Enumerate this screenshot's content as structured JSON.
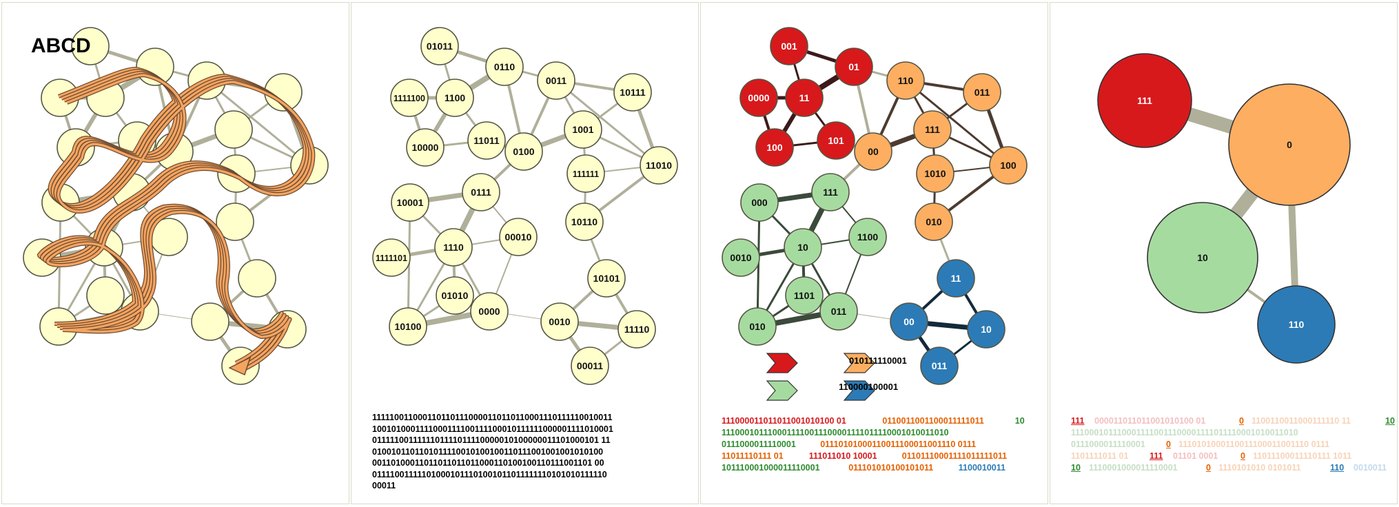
{
  "panel1": {
    "title": "ABCD"
  },
  "palette": {
    "node_fill": "#ffffcc",
    "node_stroke": "#555544",
    "edge": "#b0b09a",
    "path": "#f4a460",
    "red": "#d7191c",
    "orange": "#fdae61",
    "green": "#a6dba0",
    "blue": "#2c7bb6",
    "red_text": "#d7191c",
    "orange_text": "#e66101",
    "green_text": "#2e8b2e",
    "blue_text": "#2c7bb6"
  },
  "graph": {
    "nodes": [
      {
        "label": "01011",
        "community": "red"
      },
      {
        "label": "0110",
        "community": "red"
      },
      {
        "label": "1111100",
        "community": "red"
      },
      {
        "label": "1100",
        "community": "red"
      },
      {
        "label": "10000",
        "community": "red"
      },
      {
        "label": "11011",
        "community": "red"
      },
      {
        "label": "0011",
        "community": "orange"
      },
      {
        "label": "10111",
        "community": "orange"
      },
      {
        "label": "1001",
        "community": "orange"
      },
      {
        "label": "0100",
        "community": "orange"
      },
      {
        "label": "111111",
        "community": "orange"
      },
      {
        "label": "11010",
        "community": "orange"
      },
      {
        "label": "10110",
        "community": "orange"
      },
      {
        "label": "10001",
        "community": "green"
      },
      {
        "label": "0111",
        "community": "green"
      },
      {
        "label": "00010",
        "community": "green"
      },
      {
        "label": "1111101",
        "community": "green"
      },
      {
        "label": "1110",
        "community": "green"
      },
      {
        "label": "01010",
        "community": "green"
      },
      {
        "label": "10100",
        "community": "green"
      },
      {
        "label": "0000",
        "community": "green"
      },
      {
        "label": "0010",
        "community": "blue"
      },
      {
        "label": "10101",
        "community": "blue"
      },
      {
        "label": "11110",
        "community": "blue"
      },
      {
        "label": "00011",
        "community": "blue"
      }
    ],
    "coded_labels": [
      "001",
      "01",
      "0000",
      "11",
      "100",
      "101",
      "110",
      "011",
      "111",
      "00",
      "1010",
      "100",
      "010",
      "000",
      "111",
      "1100",
      "0010",
      "10",
      "1101",
      "010",
      "011",
      "00",
      "11",
      "10",
      "011"
    ]
  },
  "panel2": {
    "sequence_lines": [
      "1111100110001101101110000110110110001110111110010011",
      "1001010001111000111100111100010111111000001111010001",
      "0111110011111101111011110000010100000011101000101 11",
      "0100101101101011110010100100110111001001001010100",
      "00110100011011011011011000110100100110111001101 00",
      "011110011111010001011101001011011111110101010111110",
      "00011"
    ]
  },
  "panel3": {
    "legend": [
      {
        "community": "red",
        "label": ""
      },
      {
        "community": "orange",
        "label": "010111110001"
      },
      {
        "community": "green",
        "label": ""
      },
      {
        "community": "blue",
        "label": "110000100001"
      }
    ],
    "sequence_lines": [
      [
        {
          "t": "111000011011011001010100 01",
          "c": "red"
        },
        {
          "t": "0110011001100011111011",
          "c": "orange"
        },
        {
          "t": "10",
          "c": "green"
        }
      ],
      [
        {
          "t": "1110001011100011110011100001111011110001010011010",
          "c": "green"
        }
      ],
      [
        {
          "t": "0111000011110001",
          "c": "green"
        },
        {
          "t": "01110101000110011100011001110 0111",
          "c": "orange"
        }
      ],
      [
        {
          "t": "11011110111 01",
          "c": "orange"
        },
        {
          "t": "111011010 10001",
          "c": "red"
        },
        {
          "t": "01101110001111011111011",
          "c": "orange"
        }
      ],
      [
        {
          "t": "101110001000011110001",
          "c": "green"
        },
        {
          "t": "011101010100101011",
          "c": "orange"
        },
        {
          "t": "1100010011",
          "c": "blue"
        }
      ]
    ]
  },
  "panel4": {
    "nodes": [
      {
        "label": "111",
        "community": "red"
      },
      {
        "label": "0",
        "community": "orange"
      },
      {
        "label": "10",
        "community": "green"
      },
      {
        "label": "110",
        "community": "blue"
      }
    ],
    "sequence_lines": [
      [
        {
          "t": "111",
          "c": "red",
          "u": true
        },
        {
          "t": " 000011011011001010100 01",
          "c": "red",
          "f": true
        },
        {
          "t": "0",
          "c": "orange",
          "u": true
        },
        {
          "t": " 1100110011000111110 11",
          "c": "orange",
          "f": true
        },
        {
          "t": "10",
          "c": "green",
          "u": true
        }
      ],
      [
        {
          "t": "1110001011100011110011100001111011110001010011010",
          "c": "green",
          "f": true
        }
      ],
      [
        {
          "t": "0111000011110001",
          "c": "green",
          "f": true
        },
        {
          "t": "0",
          "c": "orange",
          "u": true
        },
        {
          "t": " 1110101000110011100011001110 0111",
          "c": "orange",
          "f": true
        }
      ],
      [
        {
          "t": "1101111011 01",
          "c": "orange",
          "f": true
        },
        {
          "t": "111",
          "c": "red",
          "u": true
        },
        {
          "t": " 01101 0001",
          "c": "red",
          "f": true
        },
        {
          "t": "0",
          "c": "orange",
          "u": true
        },
        {
          "t": " 11011100011110111 1011",
          "c": "orange",
          "f": true
        }
      ],
      [
        {
          "t": "10",
          "c": "green",
          "u": true
        },
        {
          "t": " 1110001000011110001",
          "c": "green",
          "f": true
        },
        {
          "t": "0",
          "c": "orange",
          "u": true
        },
        {
          "t": " 1110101010 0101011",
          "c": "orange",
          "f": true
        },
        {
          "t": "110",
          "c": "blue",
          "u": true
        },
        {
          "t": " 0010011",
          "c": "blue",
          "f": true
        }
      ]
    ]
  }
}
